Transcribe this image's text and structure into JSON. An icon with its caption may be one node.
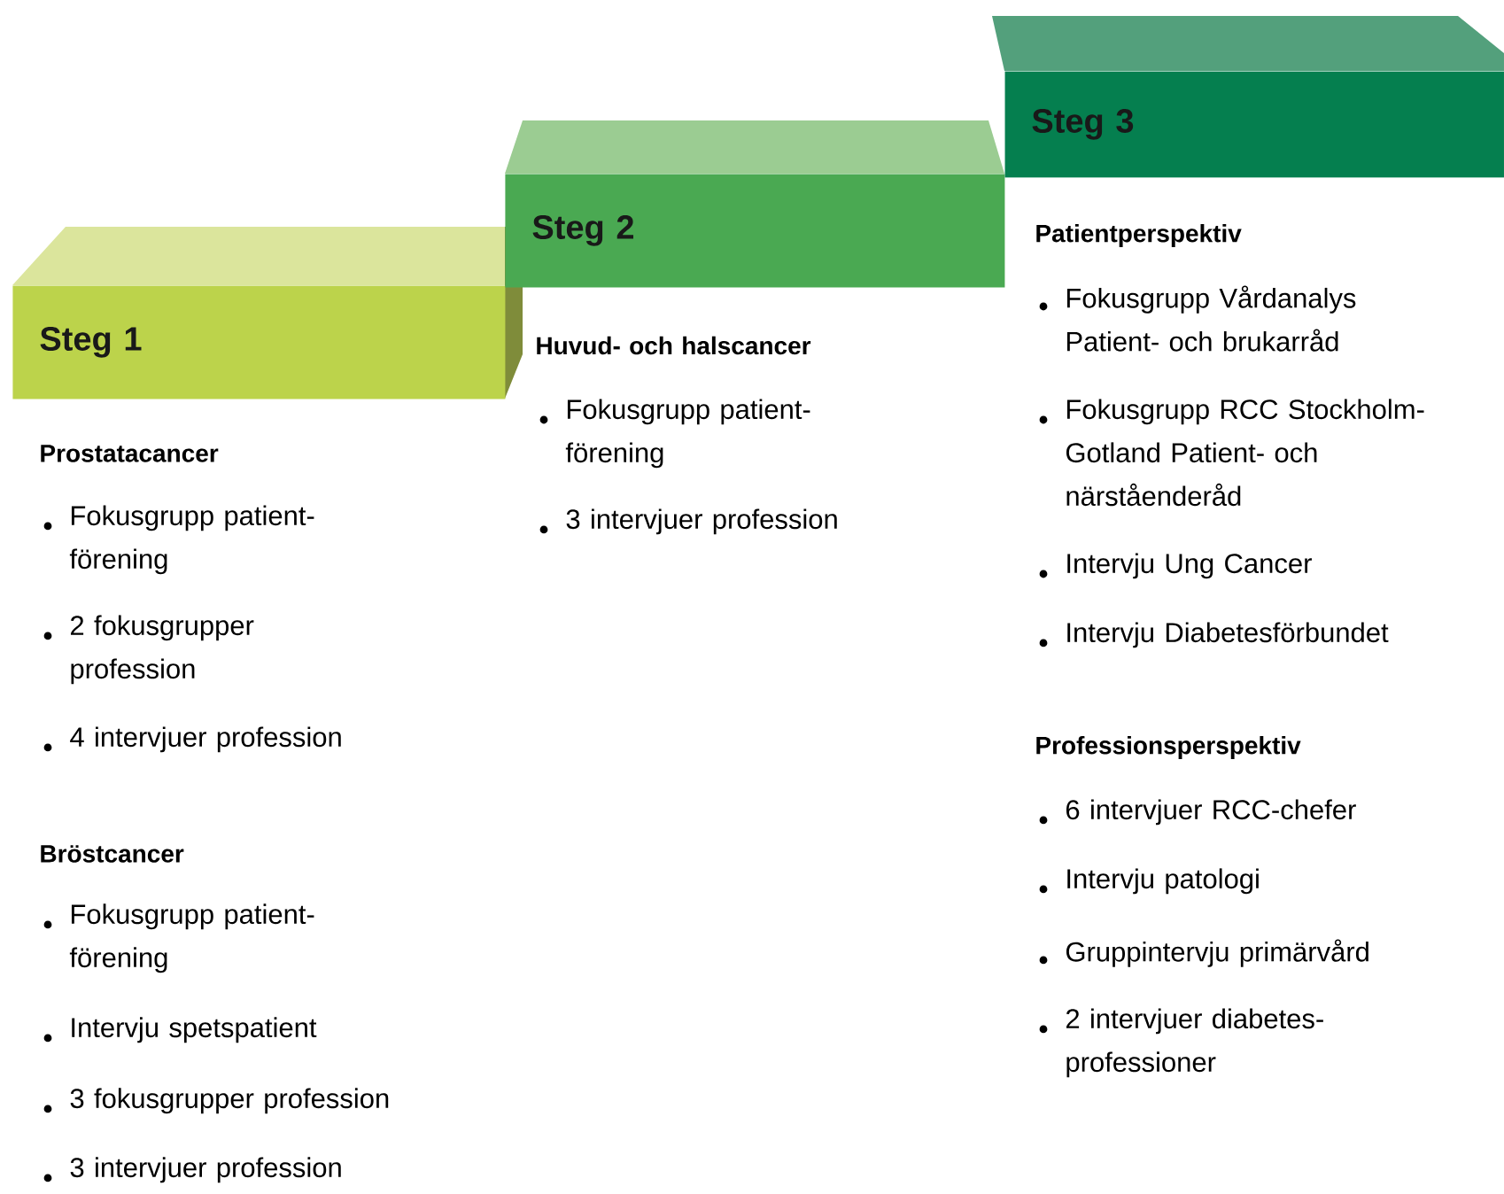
{
  "diagram": {
    "nodes": [
      {
        "text": [
          "Steg 1"
        ]
      },
      {
        "text": [
          "Steg 2"
        ]
      },
      {
        "text": [
          "Steg 3"
        ]
      }
    ],
    "labels": [
      "Prostatacancer",
      "Fokusgrupp patient-förening",
      "2 fokusgrupper profession",
      "4 intervjuer profession",
      "Bröstcancer",
      "Fokusgrupp patient-förening",
      "Intervju spetspatient",
      "3 fokusgrupper profession",
      "3 intervjuer profession",
      "Huvud- och halscancer",
      "Fokusgrupp patient-förening",
      "3 intervjuer profession",
      "Patientperspektiv",
      "Fokusgrupp Vårdanalys Patient- och brukarråd",
      "Fokusgrupp RCC Stockholm- Gotland Patient- och närståenderåd",
      "Intervju Ung Cancer",
      "Intervju Diabetesförbundet",
      "Professionsperspektiv",
      "6 intervjuer RCC-chefer",
      "Intervju patologi",
      "Gruppintervju primärvård",
      "2 intervjuer diabetes-professioner"
    ]
  }
}
